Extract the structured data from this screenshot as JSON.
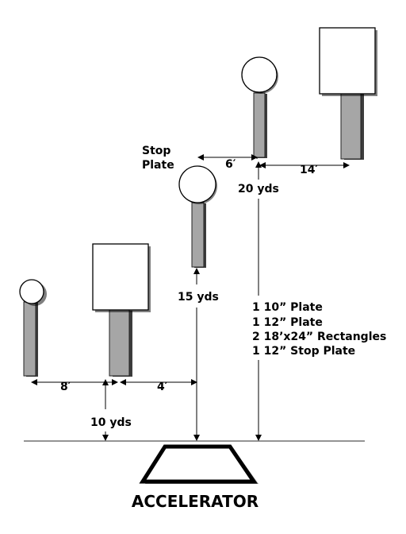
{
  "title": "ACCELERATOR",
  "labels": {
    "stop_plate_line1": "Stop",
    "stop_plate_line2": "Plate",
    "dist_6": "6′",
    "dist_14": "14′",
    "dist_8": "8′",
    "dist_4": "4′",
    "yds_20": "20 yds",
    "yds_15": "15 yds",
    "yds_10": "10 yds"
  },
  "target_list": [
    "1 10” Plate",
    "1 12” Plate",
    "2 18’x24” Rectangles",
    "1 12” Stop Plate"
  ],
  "colors": {
    "post": "#a6a6a6",
    "shadow": "#5a5a5a",
    "line": "#000000",
    "target_fill": "#ffffff"
  }
}
